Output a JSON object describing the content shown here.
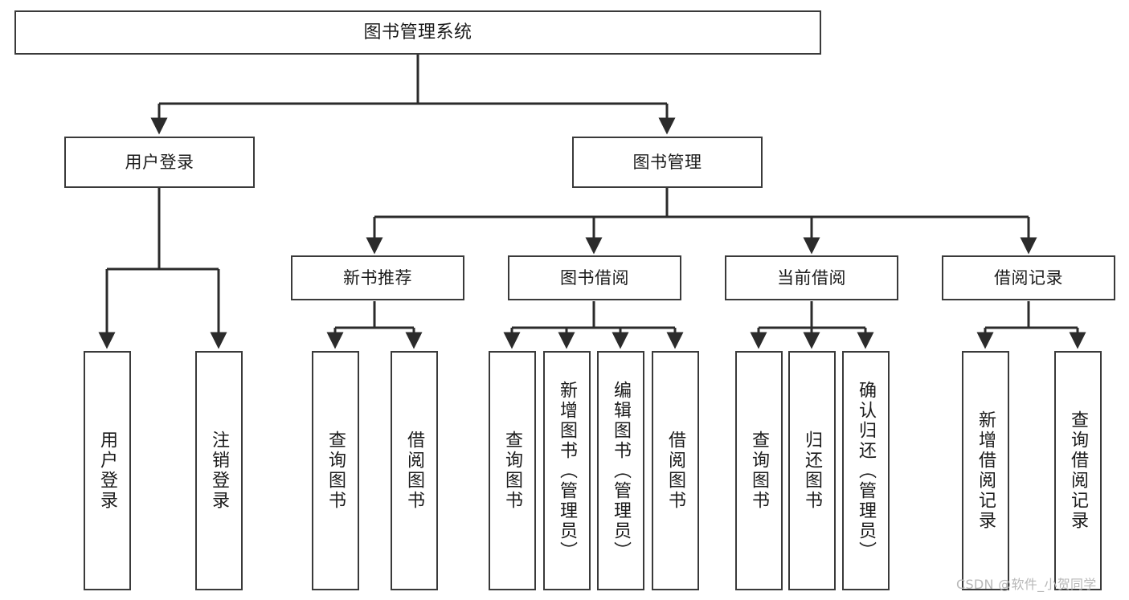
{
  "diagram": {
    "type": "tree-hierarchy",
    "title": "图书管理系统",
    "orientation": "top-down",
    "colors": {
      "box_border": "#3a3a3a",
      "box_fill": "#ffffff",
      "edge": "#2b2b2b",
      "text": "#1b1b1b",
      "watermark": "#b8b8b8",
      "background": "#ffffff"
    },
    "nodes": {
      "root": {
        "label": "图书管理系统"
      },
      "level2": [
        {
          "label": "用户登录"
        },
        {
          "label": "图书管理"
        }
      ],
      "level3": [
        {
          "label": "新书推荐"
        },
        {
          "label": "图书借阅"
        },
        {
          "label": "当前借阅"
        },
        {
          "label": "借阅记录"
        }
      ],
      "leaves": {
        "user_login": [
          {
            "label": "用户登录"
          },
          {
            "label": "注销登录"
          }
        ],
        "new_book_recommend": [
          {
            "label": "查询图书"
          },
          {
            "label": "借阅图书"
          }
        ],
        "book_borrow": [
          {
            "label": "查询图书"
          },
          {
            "label": "新增图书（管理员）"
          },
          {
            "label": "编辑图书（管理员）"
          },
          {
            "label": "借阅图书"
          }
        ],
        "current_borrow": [
          {
            "label": "查询图书"
          },
          {
            "label": "归还图书"
          },
          {
            "label": "确认归还（管理员）"
          }
        ],
        "borrow_record": [
          {
            "label": "新增借阅记录"
          },
          {
            "label": "查询借阅记录"
          }
        ]
      }
    },
    "watermark": "CSDN @软件_小贺同学"
  }
}
